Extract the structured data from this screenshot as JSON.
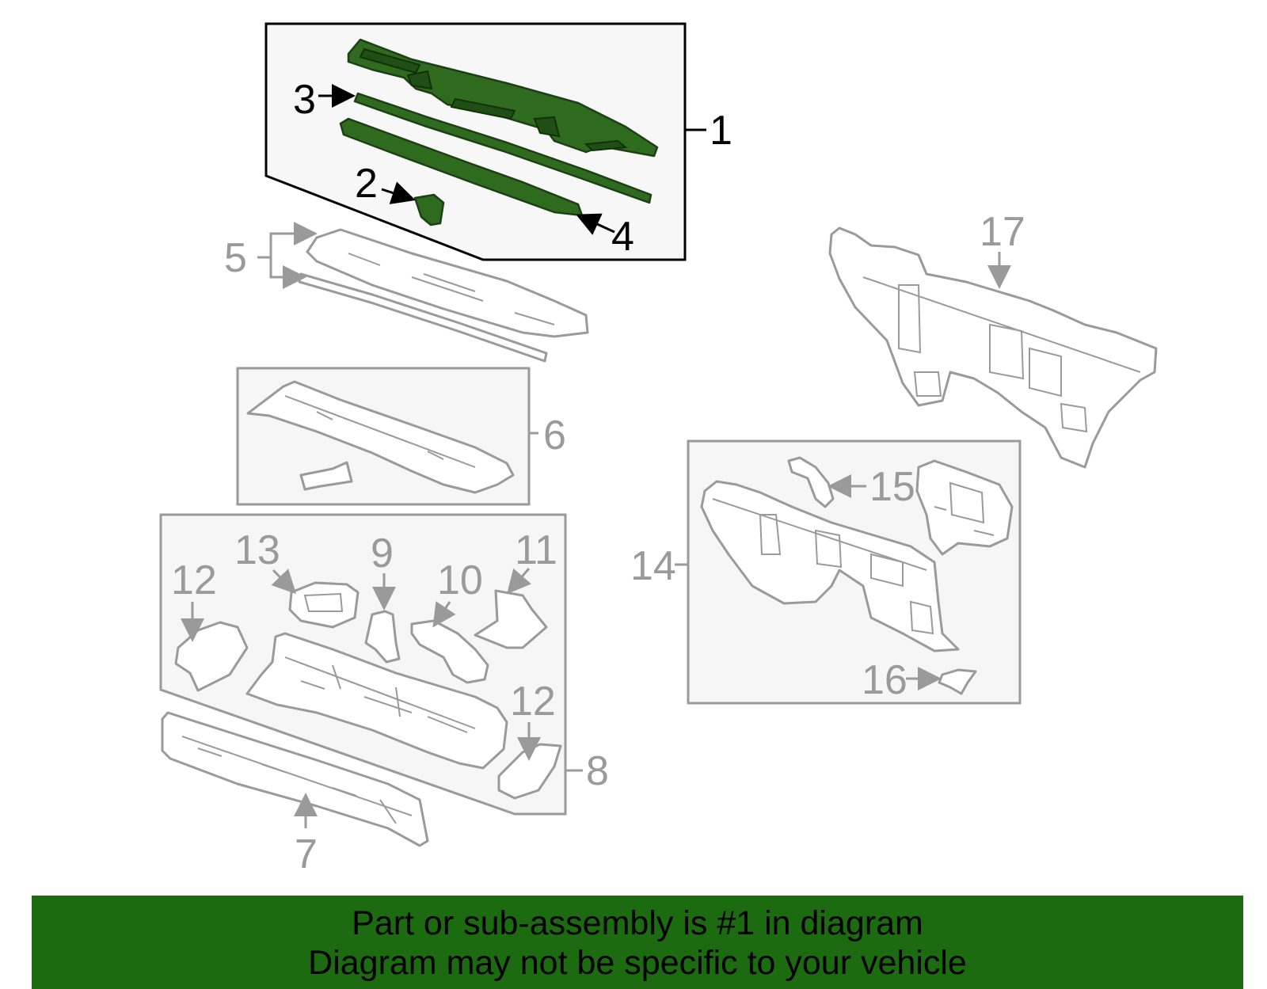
{
  "diagram": {
    "callouts": {
      "c1": "1",
      "c2": "2",
      "c3": "3",
      "c4": "4",
      "c5": "5",
      "c6": "6",
      "c7": "7",
      "c8": "8",
      "c9": "9",
      "c10": "10",
      "c11": "11",
      "c12a": "12",
      "c12b": "12",
      "c13": "13",
      "c14": "14",
      "c15": "15",
      "c16": "16",
      "c17": "17"
    },
    "highlight_part": "1",
    "colors": {
      "highlight": "#2e6b1f",
      "banner": "#1c6b10",
      "outline": "#9a9a9a"
    }
  },
  "banner": {
    "line1": "Part or sub-assembly is #1 in diagram",
    "line2": "Diagram may not be specific to your vehicle"
  }
}
